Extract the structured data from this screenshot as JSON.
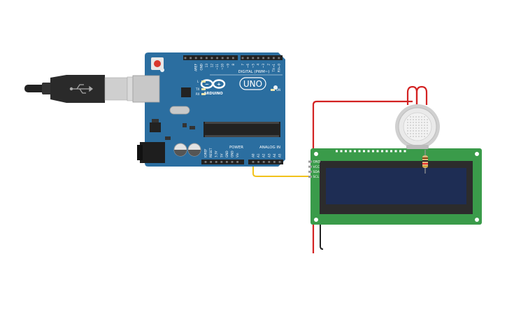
{
  "board": {
    "brand": "ARDUINO",
    "model": "UNO",
    "digital_header_label": "DIGITAL (PWM~)",
    "power_header_label": "POWER",
    "analog_header_label": "ANALOG IN",
    "on_label": "ON",
    "tx_label": "TX",
    "rx_label": "RX",
    "l_label": "L",
    "digital_pins": [
      "AREF",
      "GND",
      "13",
      "12",
      "~11",
      "~10",
      "~9",
      "8",
      "7",
      "~6",
      "~5",
      "4",
      "~3",
      "2",
      "TX→1",
      "RX←0"
    ],
    "power_pins": [
      "IOREF",
      "RESET",
      "3.3V",
      "5V",
      "GND",
      "GND",
      "Vin"
    ],
    "analog_pins": [
      "A0",
      "A1",
      "A2",
      "A3",
      "A4",
      "A5"
    ]
  },
  "lcd": {
    "pins": [
      "GND",
      "VCC",
      "SDA",
      "SCL"
    ]
  },
  "colors": {
    "board": "#2b6ea0",
    "lcd_pcb": "#3a9b4a",
    "lcd_screen": "#1e2d54",
    "wire_red": "#d32222",
    "wire_black": "#222222",
    "wire_yellow": "#f2c21b"
  }
}
